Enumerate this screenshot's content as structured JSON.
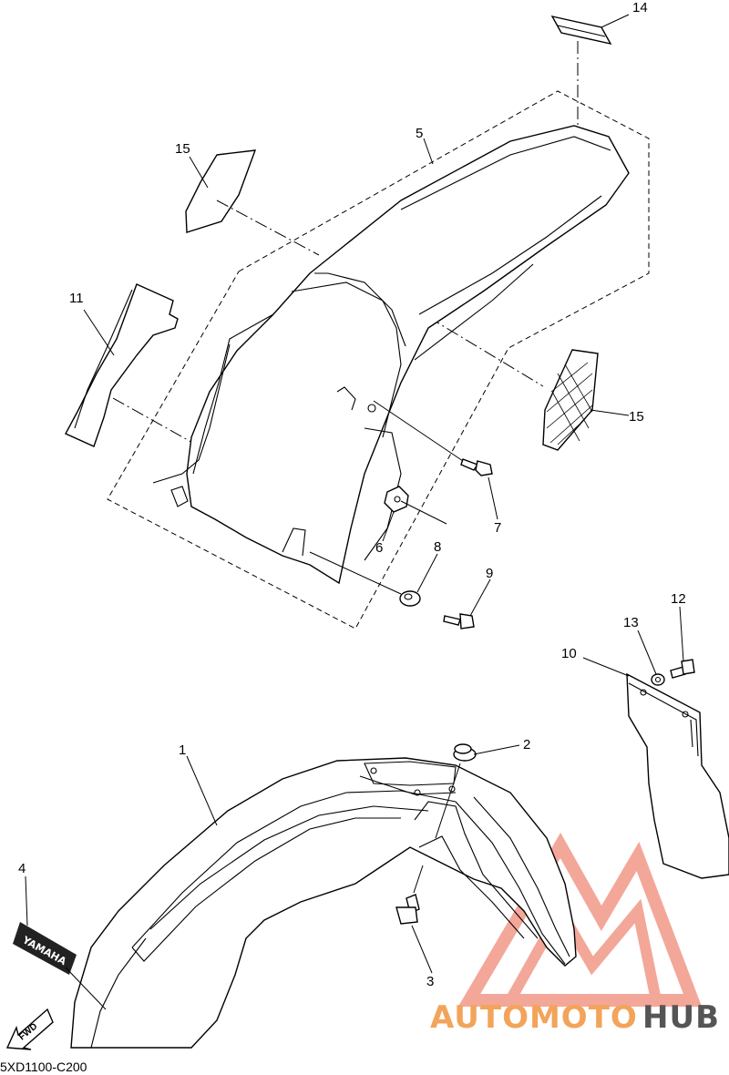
{
  "diagram": {
    "code": "5XD1100-C200",
    "callouts": {
      "p1": "1",
      "p2": "2",
      "p3": "3",
      "p4": "4",
      "p5": "5",
      "p6": "6",
      "p7": "7",
      "p8": "8",
      "p9": "9",
      "p10": "10",
      "p11": "11",
      "p12": "12",
      "p13": "13",
      "p14": "14",
      "p15a": "15",
      "p15b": "15"
    },
    "decal_text": "YAMAHA",
    "direction_label": "FWD"
  },
  "watermark": {
    "part1": "AUTOMOTO",
    "part2": "HUB",
    "color_primary": "#f08a78",
    "color_secondary": "#555555"
  }
}
